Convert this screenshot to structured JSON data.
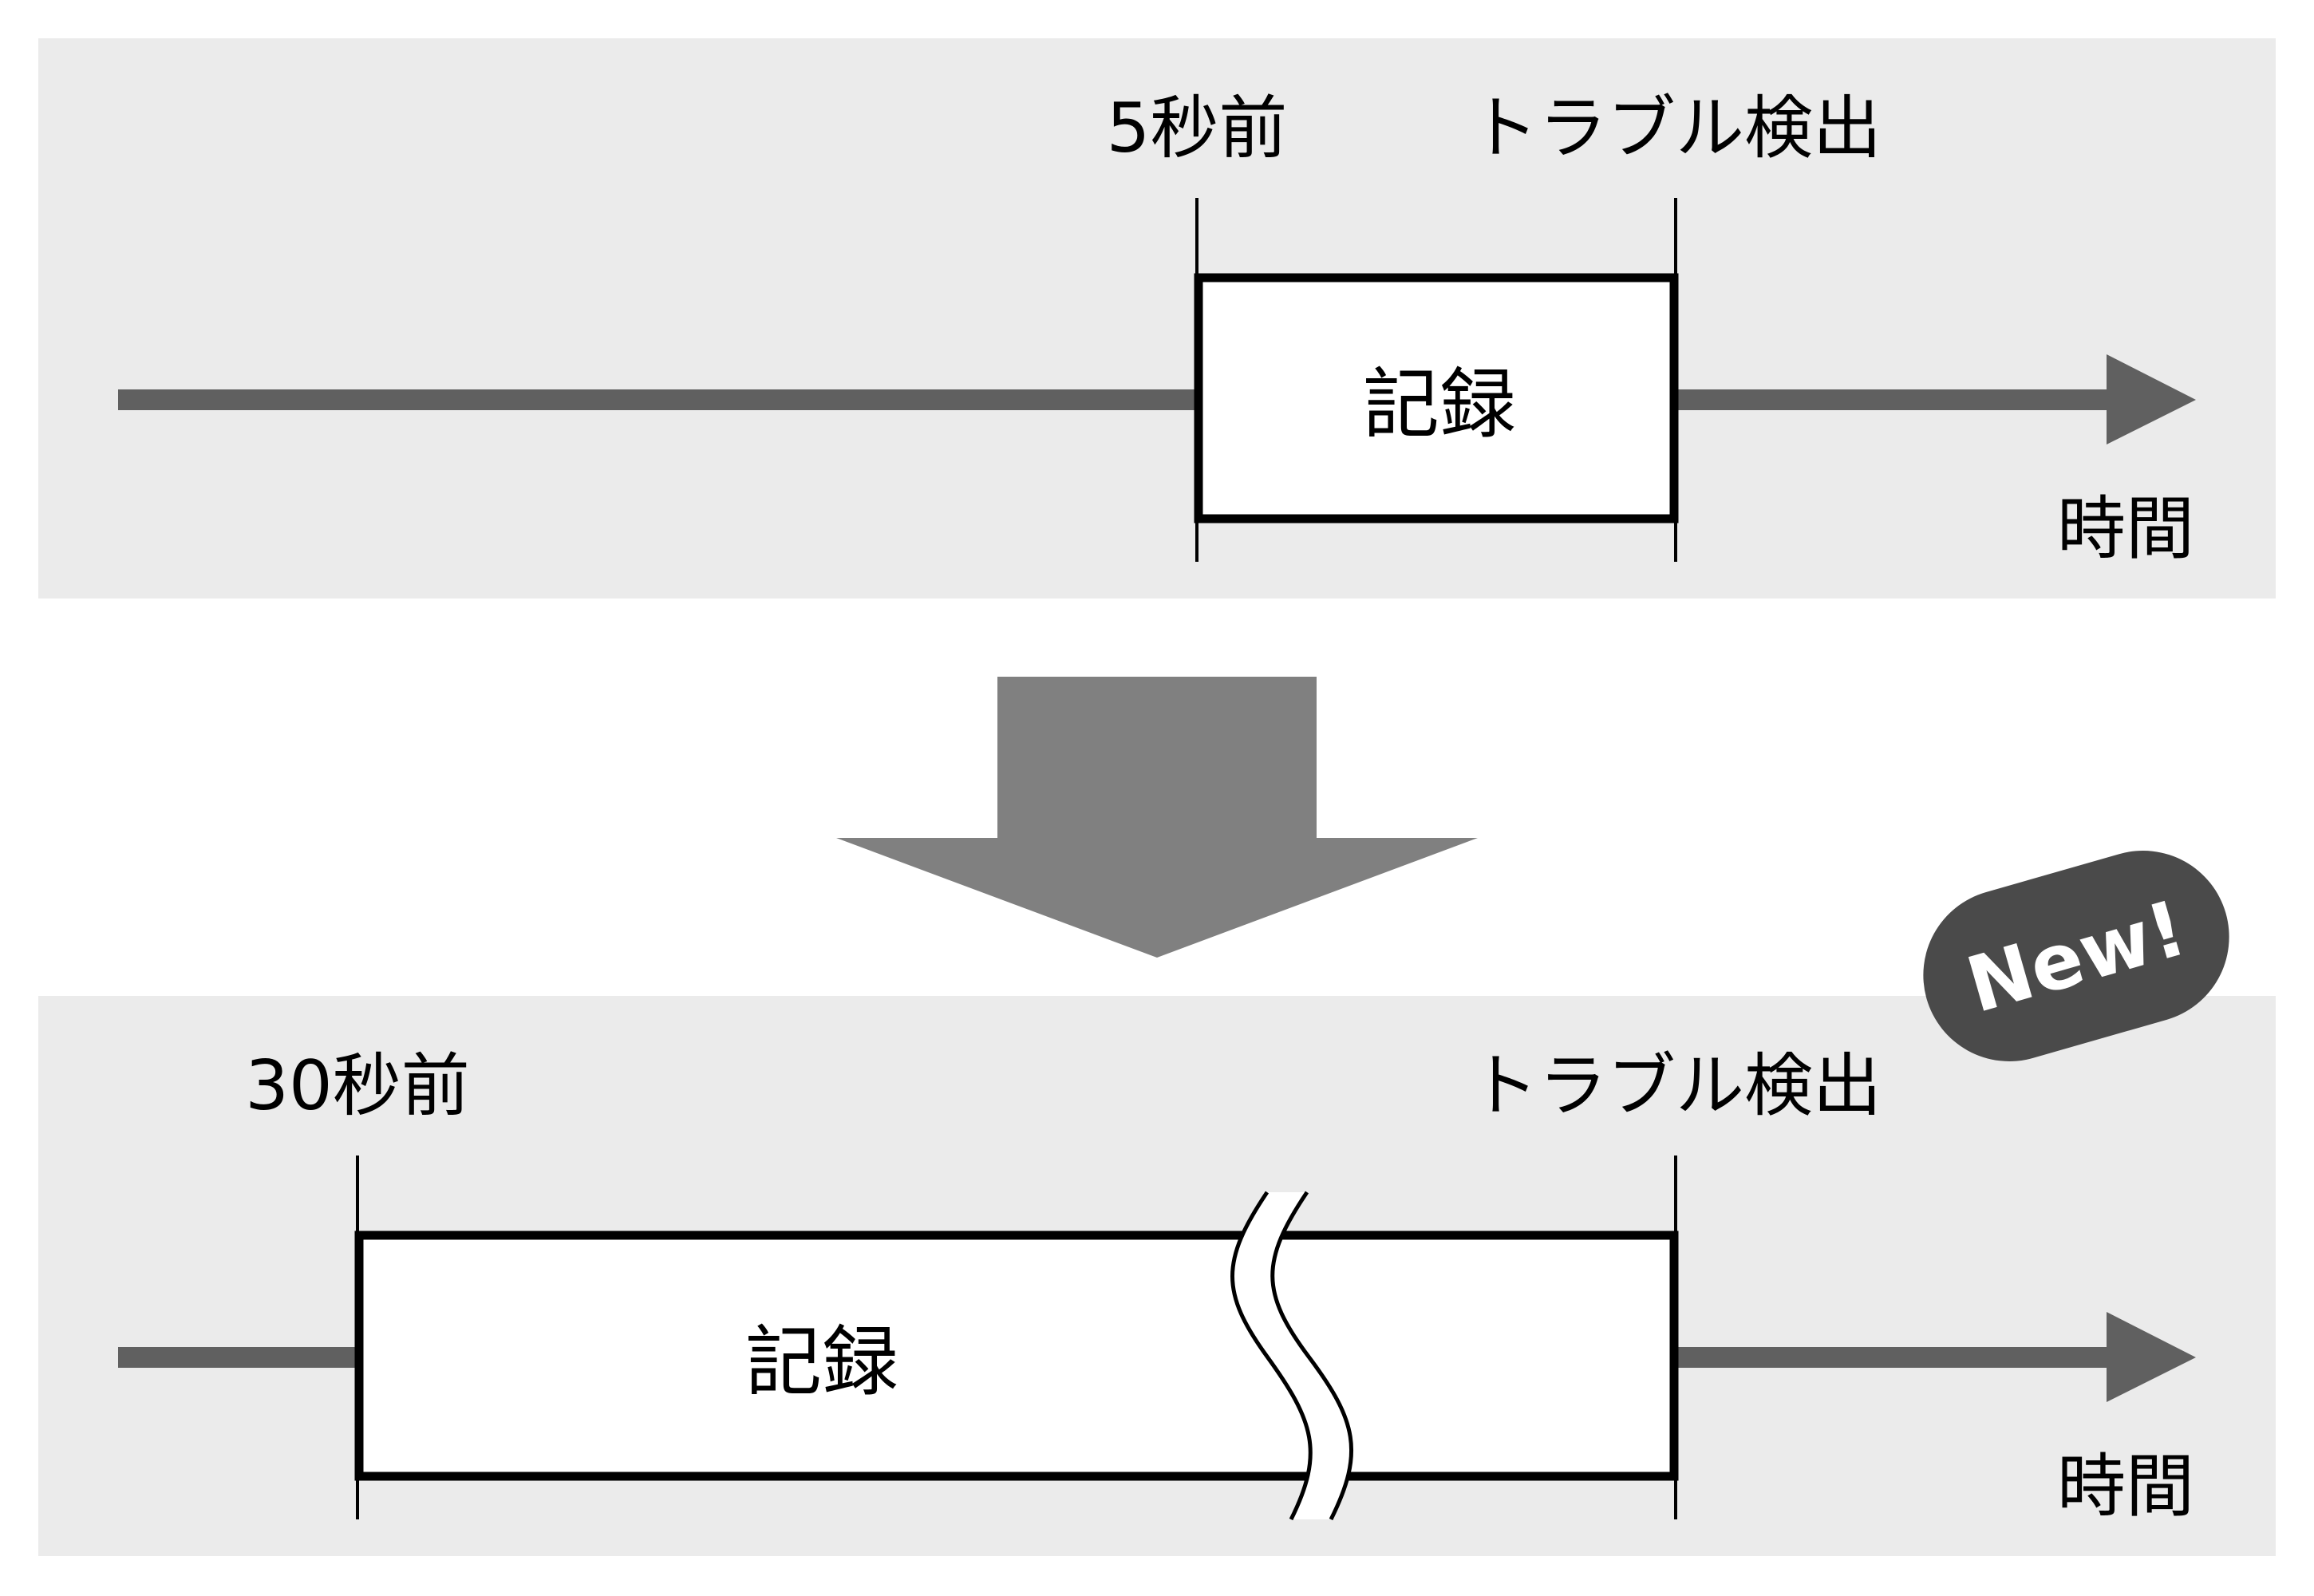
{
  "colors": {
    "panel_background": "#ebebeb",
    "timeline": "#606060",
    "transition_arrow": "#808080",
    "badge": "#4a4a4a",
    "record_box_fill": "#ffffff",
    "record_box_border": "#000000"
  },
  "before": {
    "start_label": "5秒前",
    "end_label": "トラブル検出",
    "record_label": "記録",
    "axis_label": "時間"
  },
  "after": {
    "start_label": "30秒前",
    "end_label": "トラブル検出",
    "record_label": "記録",
    "axis_label": "時間"
  },
  "badge": {
    "text": "New!"
  }
}
